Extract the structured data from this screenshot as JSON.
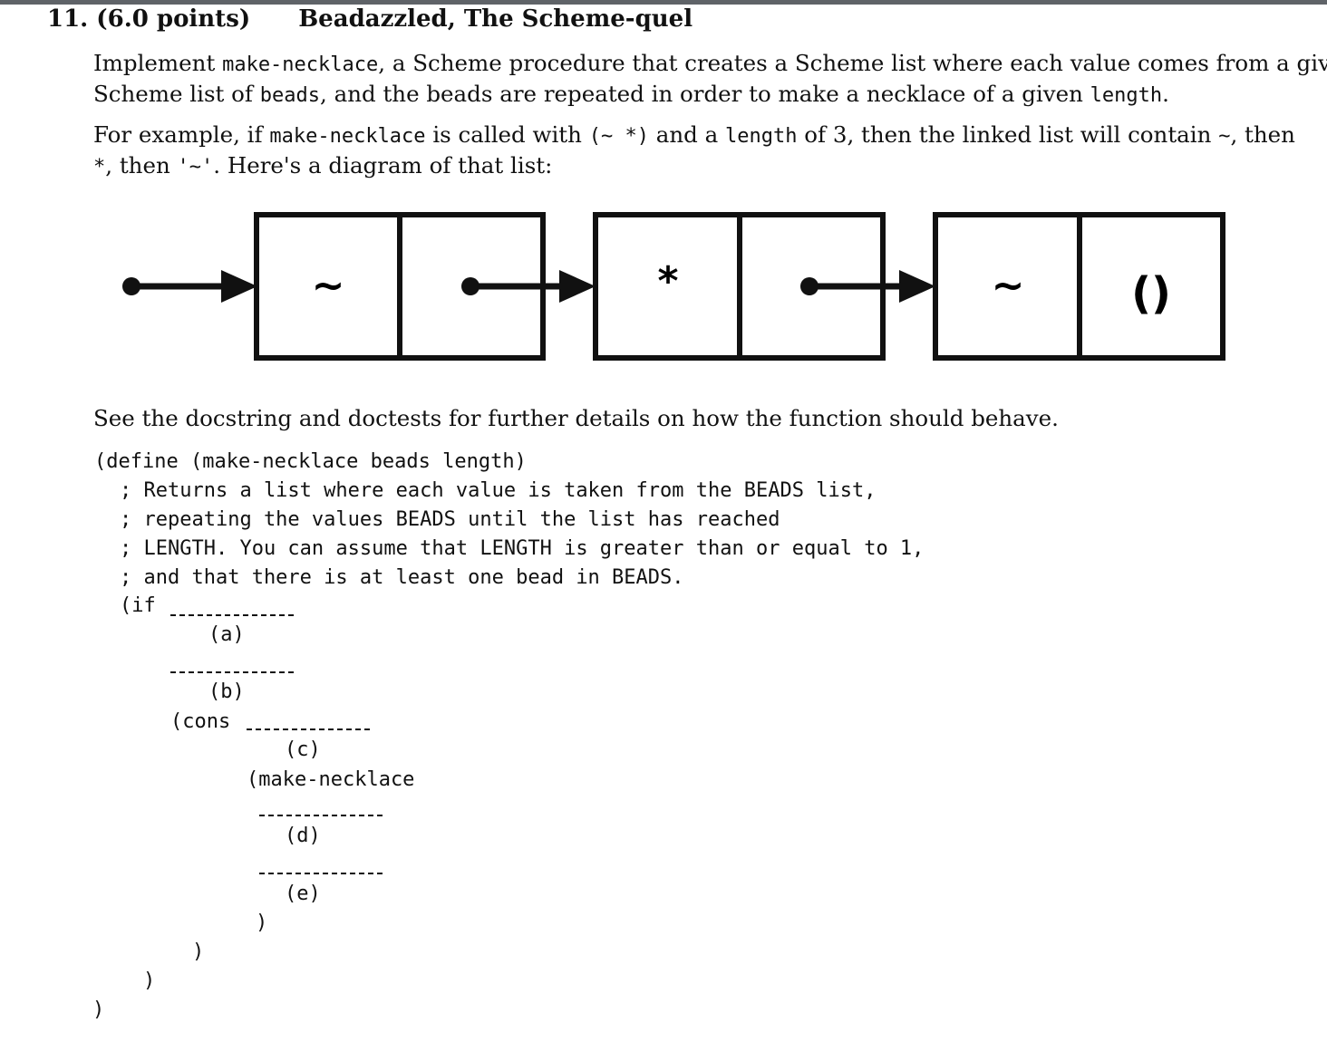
{
  "question": {
    "number": "11.",
    "points": "(6.0 points)",
    "title": "Beadazzled, The Scheme-quel"
  },
  "intro": {
    "l1_a": "Implement ",
    "l1_code1": "make-necklace",
    "l1_b": ", a Scheme procedure that creates a Scheme list where each value comes from a given",
    "l2_a": "Scheme list of ",
    "l2_code1": "beads",
    "l2_b": ", and the beads are repeated in order to make a necklace of a given ",
    "l2_code2": "length",
    "l2_c": "."
  },
  "example": {
    "l1_a": "For example, if ",
    "l1_code1": "make-necklace",
    "l1_b": " is called with ",
    "l1_code2": "(~ *)",
    "l1_c": " and a ",
    "l1_code3": "length",
    "l1_d": " of 3, then the linked list will contain ",
    "l1_code4": "~",
    "l1_e": ", then",
    "l2_code1": "*",
    "l2_a": ", then ",
    "l2_code2": "'~'",
    "l2_b": ". Here's a diagram of that list:"
  },
  "diagram": {
    "pairs": [
      {
        "car": "~",
        "cdr": "pointer"
      },
      {
        "car": "*",
        "cdr": "pointer"
      },
      {
        "car": "~",
        "cdr": "()"
      }
    ]
  },
  "see_text": "See the docstring and doctests for further details on how the function should behave.",
  "code": {
    "define_line": "(define (make-necklace beads length)",
    "comment1": "; Returns a list where each value is taken from the BEADS list,",
    "comment2": "; repeating the values BEADS until the list has reached",
    "comment3": "; LENGTH. You can assume that LENGTH is greater than or equal to 1,",
    "comment4": "; and that there is at least one bead in BEADS.",
    "if_kw": "(if",
    "cons_kw": "(cons",
    "make_kw": "(make-necklace",
    "close_paren": ")",
    "blanks": {
      "a": "(a)",
      "b": "(b)",
      "c": "(c)",
      "d": "(d)",
      "e": "(e)"
    }
  }
}
